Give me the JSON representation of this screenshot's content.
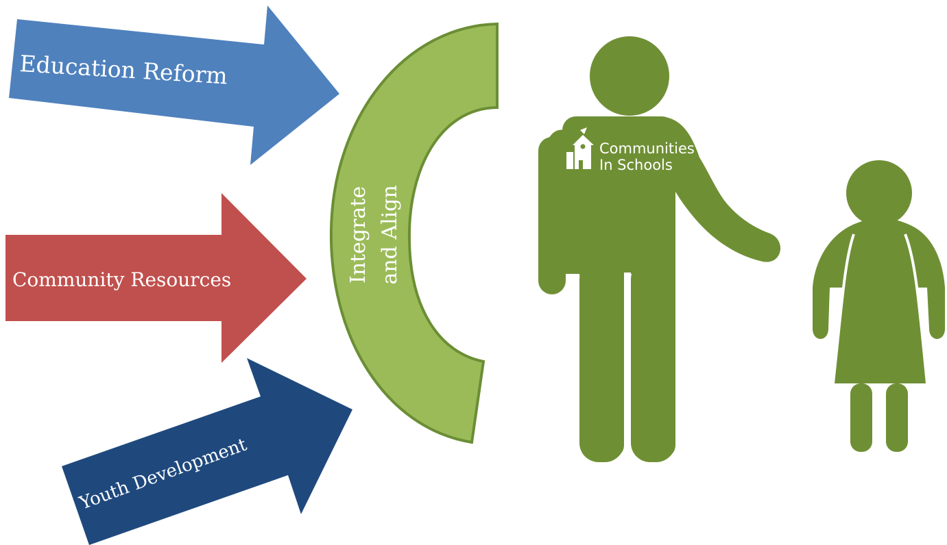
{
  "arrows": {
    "education": {
      "label": "Education Reform",
      "color": "#4F81BD"
    },
    "community": {
      "label": "Community Resources",
      "color": "#C0504D"
    },
    "youth": {
      "label": "Youth Development",
      "color": "#1F497D"
    }
  },
  "arc": {
    "line1": "Integrate",
    "line2": "and Align",
    "fill": "#9BBB59",
    "stroke": "#6B8E35"
  },
  "figures": {
    "color": "#6F8F35",
    "logo": {
      "line1": "Communities",
      "line2": "In Schools"
    }
  }
}
